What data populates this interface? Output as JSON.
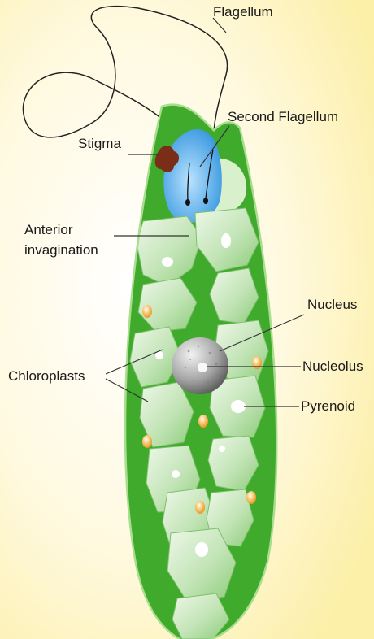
{
  "labels": {
    "flagellum": "Flagellum",
    "second_flagellum": "Second Flagellum",
    "stigma": "Stigma",
    "anterior_invagination_line1": "Anterior",
    "anterior_invagination_line2": "invagination",
    "nucleus": "Nucleus",
    "nucleolus": "Nucleolus",
    "chloroplasts": "Chloroplasts",
    "pyrenoid": "Pyrenoid"
  },
  "colors": {
    "background_center": "#ffffff",
    "background_edge": "#fcefa8",
    "cell_outer": "#3b9a2a",
    "cell_inner": "#43b12e",
    "rim": "#a9de8f",
    "reservoir": "#4aa6e3",
    "stigma": "#7a2e17",
    "chloroplast": "#b9dfae",
    "nucleus": "#8f8f8f",
    "granule": "#f2a93b"
  }
}
